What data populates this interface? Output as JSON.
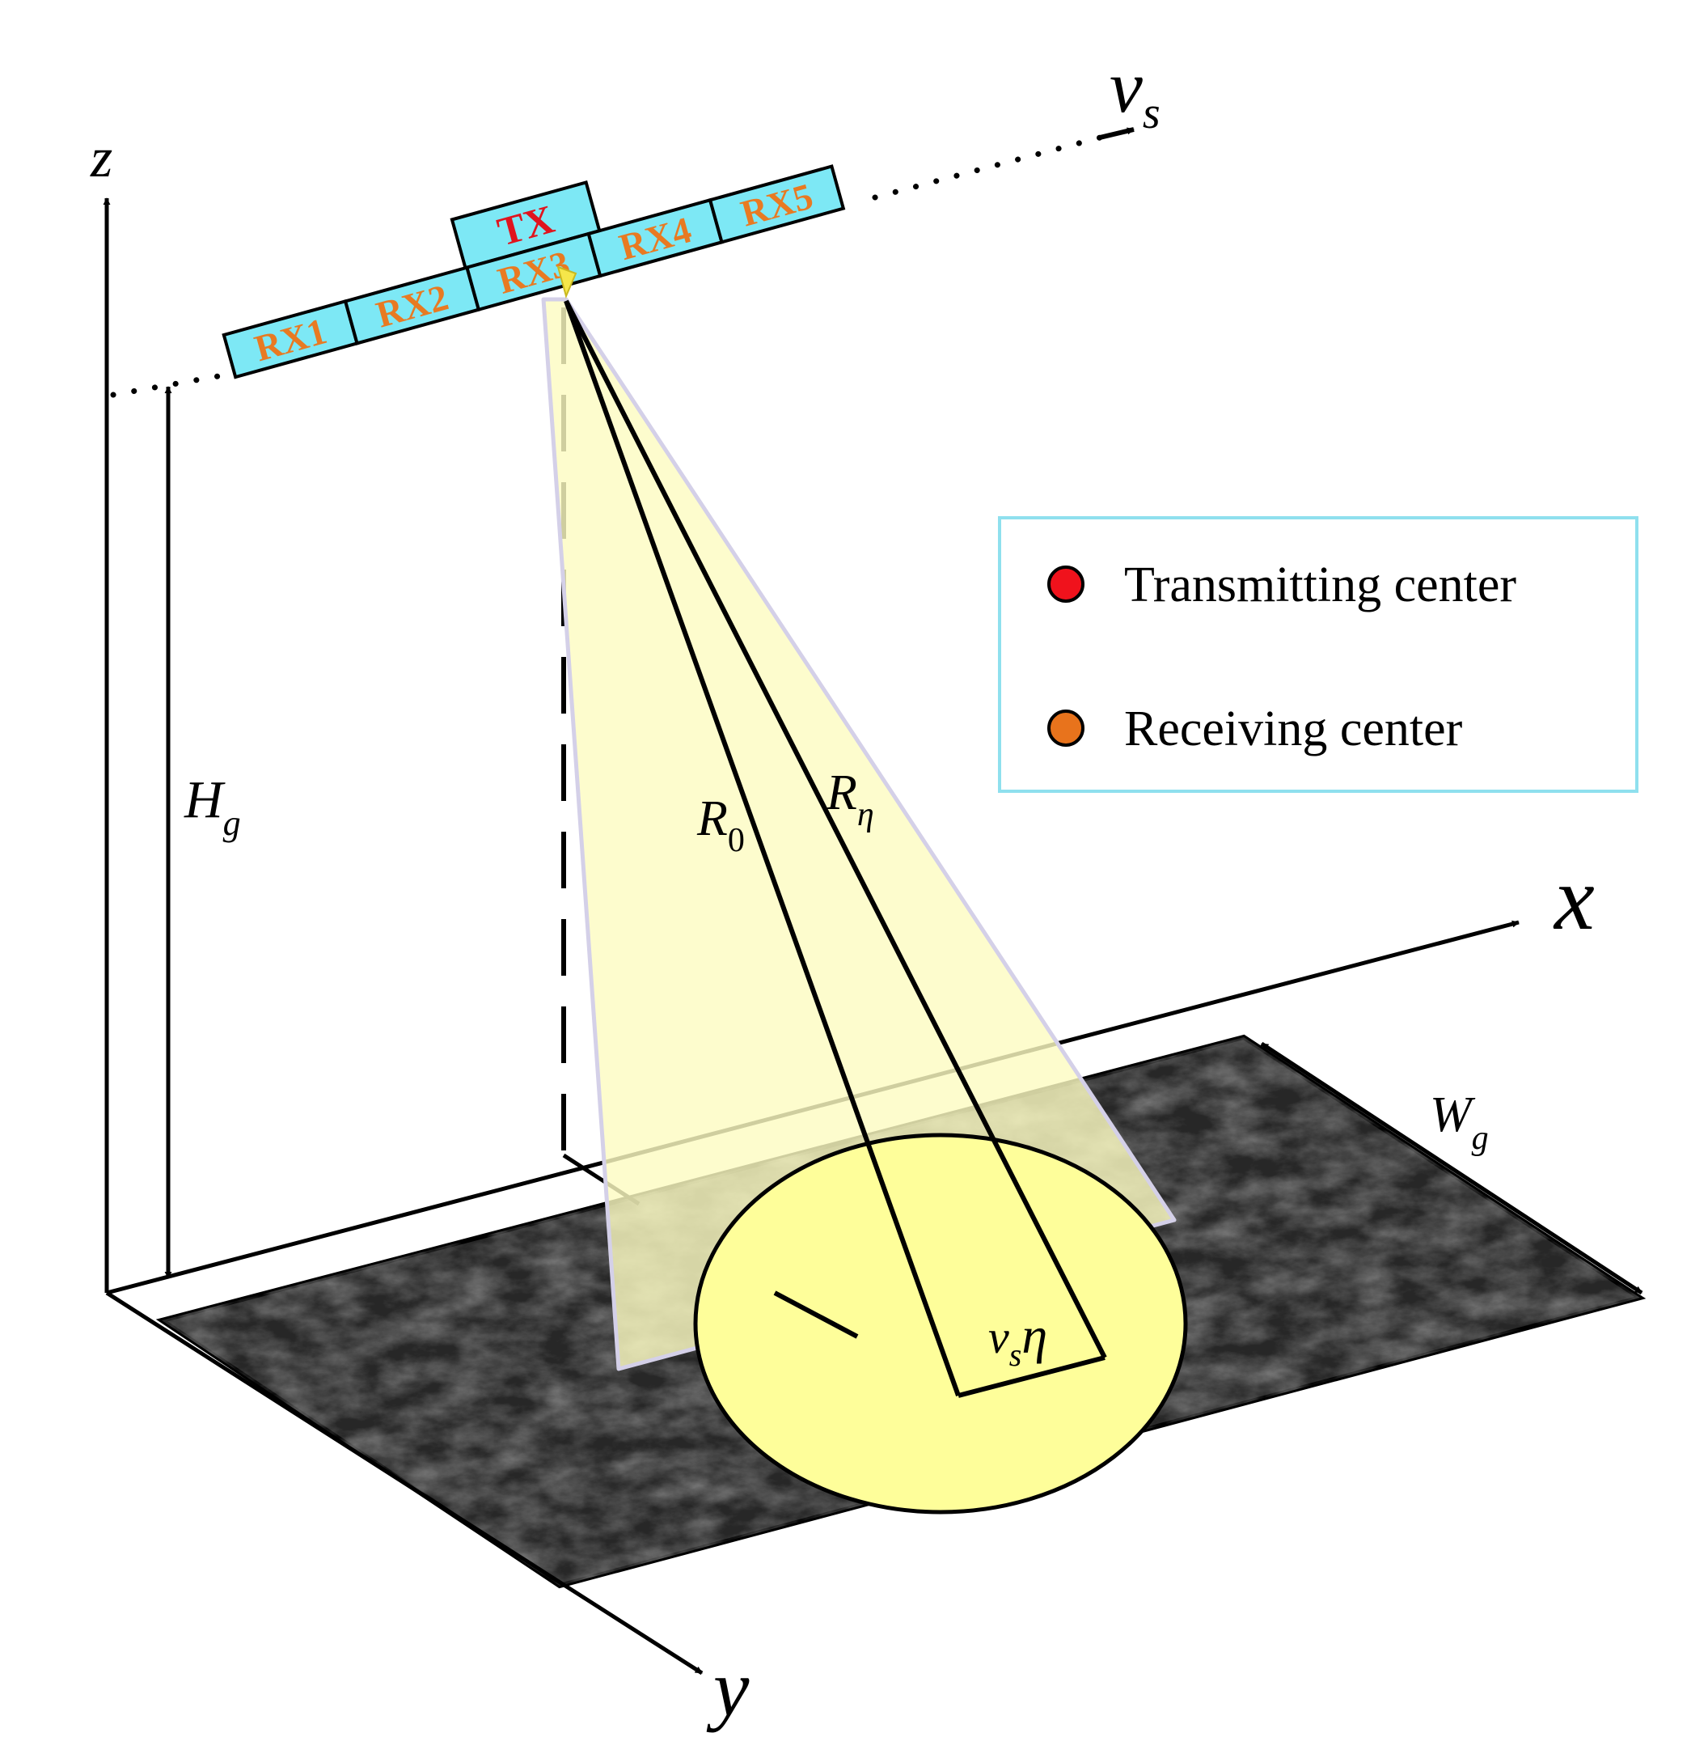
{
  "axes": {
    "z_label": "z",
    "x_label": "x",
    "y_label": "y"
  },
  "platform": {
    "velocity_main": "v",
    "velocity_sub": "s",
    "tx_label": "TX",
    "rx_labels": [
      "RX1",
      "RX2",
      "RX3",
      "RX4",
      "RX5"
    ],
    "panel_fill": "#7de8f5"
  },
  "height": {
    "main": "H",
    "sub": "g"
  },
  "swath": {
    "main": "W",
    "sub": "g"
  },
  "ranges": {
    "r0_main": "R",
    "r0_sub": "0",
    "reta_main": "R",
    "reta_sub": "η"
  },
  "footprint": {
    "label_main": "v",
    "label_sub": "s",
    "label_tail": "η",
    "fill": "#fefe9a"
  },
  "beam_fill": "#fdfbc2",
  "legend": {
    "items": [
      {
        "label": "Transmitting center",
        "color": "#f0121c"
      },
      {
        "label": "Receiving center",
        "color": "#e8731c"
      }
    ],
    "border": "#8fe0ee"
  }
}
